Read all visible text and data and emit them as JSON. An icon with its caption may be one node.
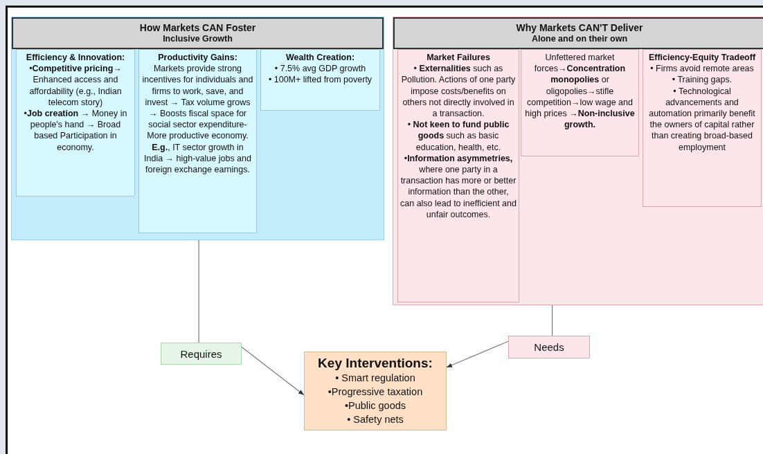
{
  "diagram": {
    "nodes": [
      {
        "text": [
          "How Markets CAN Foster",
          "Inclusive Growth"
        ]
      },
      {
        "text": [
          "Efficiency & Innovation:",
          "•**Competitive pricing**→ Enhanced access and affordability (e.g., Indian telecom story)",
          "•**Job creation** → Money in people's hand → Broad based Participation in economy."
        ],
        "in": 0
      },
      {
        "text": [
          "Productivity Gains:",
          "Markets provide strong incentives for individuals and firms to work, save, and invest → Tax volume grows → Boosts fiscal space for social sector expenditure-More productive economy.",
          "**E.g.**, IT sector growth in India → high-value jobs and foreign exchange earnings."
        ],
        "in": 0
      },
      {
        "text": [
          "Wealth Creation:",
          "• 7.5% avg GDP growth",
          "• 100M+ lifted from poverty"
        ],
        "in": 0
      },
      {
        "text": [
          "Why Markets CAN'T Deliver",
          "Alone and on their own"
        ]
      },
      {
        "text": [
          "Market Failures",
          "• **Externalities** such as Pollution. Actions of one party impose costs/benefits on others not directly involved in a transaction.",
          "• **Not keen to fund public goods** such as basic education, health, etc.",
          "•**Information asymmetries,** where one party in a transaction has more or better information than the other, can also lead to inefficient and unfair outcomes."
        ],
        "in": 4
      },
      {
        "text": [
          "Unfettered market forces→**Concentration monopolies** or oligopolies→stifle competition→low wage and high prices →**Non-inclusive growth.**"
        ],
        "in": 4
      },
      {
        "text": [
          "Efficiency-Equity Tradeoff",
          "• Firms avoid remote areas",
          "• Training gaps.",
          "• Technological advancements and automation primarily benefit the owners of capital rather than creating broad-based employment"
        ],
        "in": 4
      },
      {
        "text": [
          "Requires"
        ]
      },
      {
        "text": [
          "Key Interventions:",
          "• Smart regulation",
          "•Progressive taxation",
          "•Public goods",
          "• Safety nets"
        ]
      },
      {
        "text": [
          "Needs"
        ]
      }
    ],
    "edges": [
      {
        "from": 0,
        "to": 8,
        "arrow": "none"
      },
      {
        "from": 8,
        "to": 9,
        "arrow": "to"
      },
      {
        "from": 4,
        "to": 10,
        "arrow": "none"
      },
      {
        "from": 10,
        "to": 9,
        "arrow": "to"
      }
    ]
  }
}
